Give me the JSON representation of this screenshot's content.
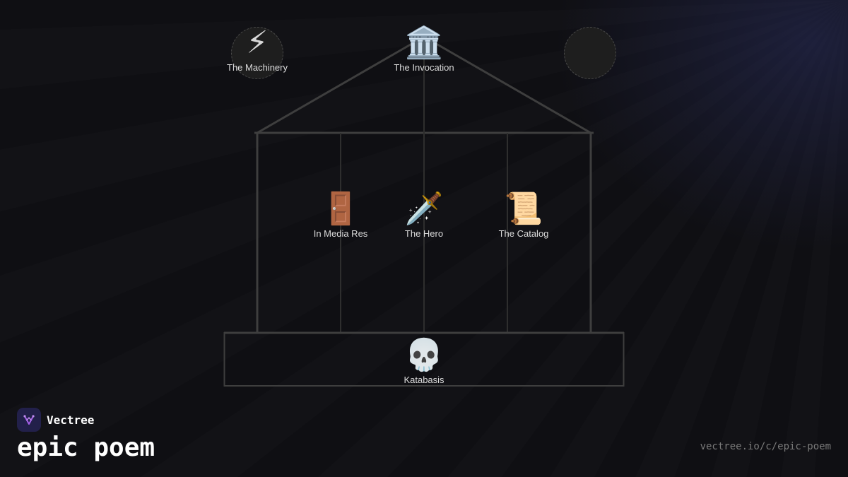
{
  "colors": {
    "background": "#0f0f13",
    "structure_line": "#3e3e3e",
    "inner_line": "#2e2e2e",
    "label_text": "#dcdcdc",
    "brand_accent": "#a560e8"
  },
  "diagram": {
    "roof": [
      {
        "id": "machinery",
        "icon": "⚡",
        "icon_name": "lightning-icon",
        "label": "The Machinery",
        "has_disc": true
      },
      {
        "id": "invocation",
        "icon": "🏛️",
        "icon_name": "classical-building-icon",
        "label": "The Invocation",
        "has_disc": false
      },
      {
        "id": "empty",
        "icon": "",
        "icon_name": "empty-disc",
        "label": "",
        "has_disc": true
      }
    ],
    "columns": [
      {
        "id": "in-media-res",
        "icon": "🚪",
        "icon_name": "door-icon",
        "label": "In Media Res"
      },
      {
        "id": "hero",
        "icon": "🗡️",
        "icon_name": "dagger-icon",
        "label": "The Hero"
      },
      {
        "id": "catalog",
        "icon": "📜",
        "icon_name": "scroll-icon",
        "label": "The Catalog"
      }
    ],
    "foundation": {
      "id": "katabasis",
      "icon": "💀",
      "icon_name": "skull-icon",
      "label": "Katabasis"
    }
  },
  "brand": {
    "name": "Vectree",
    "logo_icon": "vectree-logo-icon"
  },
  "page": {
    "title": "epic poem",
    "url": "vectree.io/c/epic-poem"
  }
}
